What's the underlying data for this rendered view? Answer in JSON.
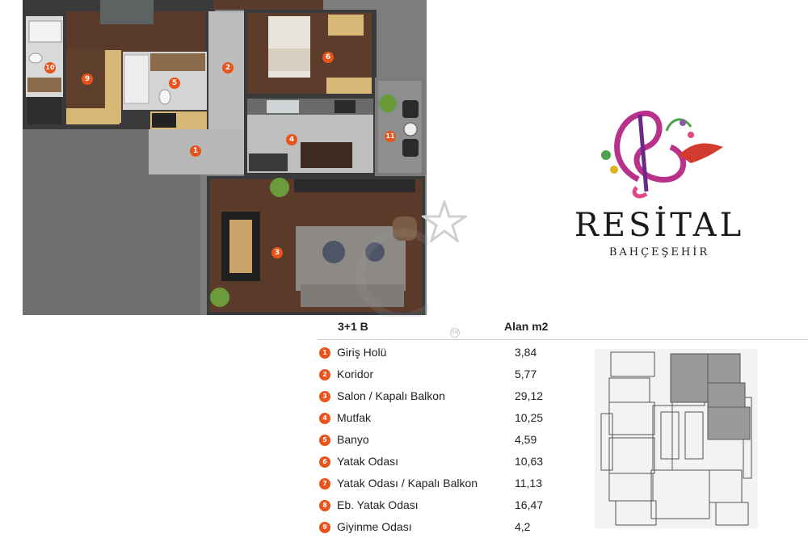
{
  "floor_plan": {
    "room_numbers": [
      "1",
      "2",
      "3",
      "4",
      "5",
      "6",
      "9",
      "10",
      "11"
    ]
  },
  "brand": {
    "name": "RESİTAL",
    "subtitle": "BAHÇEŞEHİR"
  },
  "table": {
    "unit_type": "3+1 B",
    "area_header": "Alan m2",
    "rows": [
      {
        "no": "1",
        "name": "Giriş Holü",
        "area": "3,84"
      },
      {
        "no": "2",
        "name": "Koridor",
        "area": "5,77"
      },
      {
        "no": "3",
        "name": "Salon / Kapalı Balkon",
        "area": "29,12"
      },
      {
        "no": "4",
        "name": "Mutfak",
        "area": "10,25"
      },
      {
        "no": "5",
        "name": "Banyo",
        "area": "4,59"
      },
      {
        "no": "6",
        "name": "Yatak Odası",
        "area": "10,63"
      },
      {
        "no": "7",
        "name": "Yatak Odası / Kapalı Balkon",
        "area": "11,13"
      },
      {
        "no": "8",
        "name": "Eb. Yatak Odası",
        "area": "16,47"
      },
      {
        "no": "9",
        "name": "Giyinme Odası",
        "area": "4,2"
      }
    ]
  },
  "watermark": {
    "mark": "SM"
  }
}
